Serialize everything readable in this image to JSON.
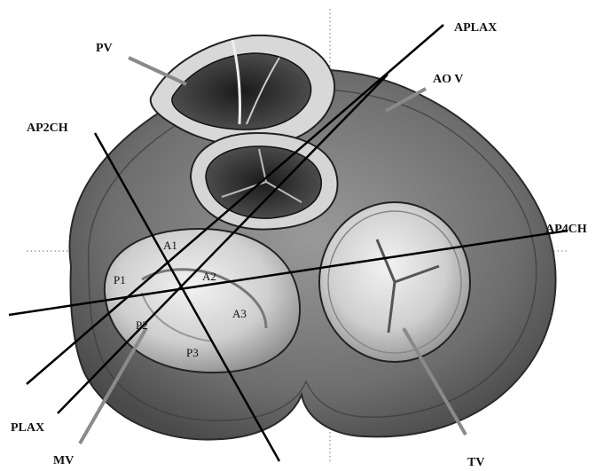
{
  "diagram": {
    "views": {
      "pv": "PV",
      "aplax": "APLAX",
      "aov": "AO V",
      "ap2ch": "AP2CH",
      "ap4ch": "AP4CH",
      "plax": "PLAX",
      "mv": "MV",
      "tv": "TV"
    },
    "segments": {
      "a1": "A1",
      "a2": "A2",
      "a3": "A3",
      "p1": "P1",
      "p2": "P2",
      "p3": "P3"
    }
  }
}
